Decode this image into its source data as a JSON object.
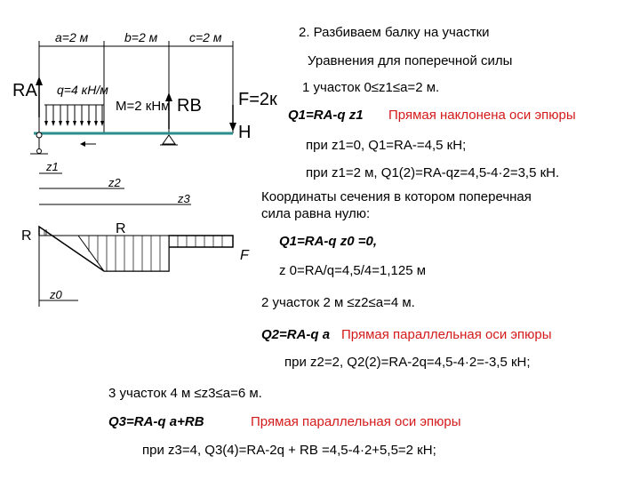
{
  "heading": "2. Разбиваем балку на участки",
  "subheading": "Уравнения для поперечной силы",
  "sketch": {
    "span_a": "a=2 м",
    "span_b": "b=2 м",
    "span_c": "c=2 м",
    "ra": "RA",
    "ra_sub": "A",
    "load": "q=4 кН/м",
    "moment": "M=2 кНм",
    "rb": "RB",
    "rb_sub": "B",
    "force_f": "F=2к",
    "force_unit": "Н",
    "z1": "z1",
    "z2": "z2",
    "z3": "z3",
    "z0": "z0",
    "epure_ra": "R",
    "epure_rb": "R",
    "epure_f": "F"
  },
  "colors": {
    "accent": "#d41a1a",
    "beam": "#2a8e8e"
  },
  "section1": {
    "title": "1 участок 0≤z1≤a=2 м.",
    "formula": "Q1=RA-q z1",
    "formula_note": "Прямая наклонена оси эпюры",
    "case1": "при z1=0, Q1=RA-=4,5 кН;",
    "case2": "при z1=2 м, Q1(2)=RA-qz=4,5-4·2=3,5 кН.",
    "coord_line1": "Координаты сечения в котором поперечная",
    "coord_line2": "сила равна нулю:",
    "zero_eq": "Q1=RA-q z0 =0,",
    "zero_sol": "z 0=RA/q=4,5/4=1,125 м"
  },
  "section2": {
    "title": "2 участок 2 м ≤z2≤a=4 м.",
    "formula": "Q2=RA-q a",
    "formula_note": "Прямая параллельная оси эпюры",
    "case": "при z2=2, Q2(2)=RA-2q=4,5-4·2=-3,5 кН;"
  },
  "section3": {
    "title": "3 участок 4 м ≤z3≤a=6 м.",
    "formula": "Q3=RA-q a+RB",
    "formula_note": "Прямая параллельная оси эпюры",
    "case": "при z3=4, Q3(4)=RA-2q + RB =4,5-4·2+5,5=2 кН;"
  }
}
